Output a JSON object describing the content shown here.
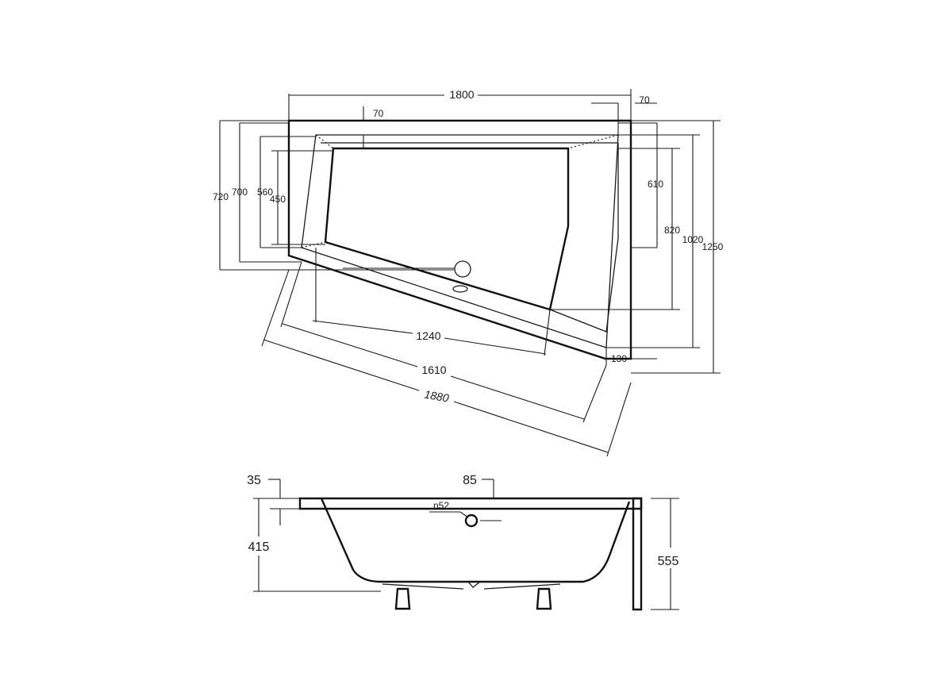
{
  "top_view": {
    "dims": {
      "width_total": "1800",
      "rim_right": "70",
      "rim_top": "70",
      "h720": "720",
      "h700": "700",
      "h560": "560",
      "h450": "450",
      "h610": "610",
      "h820": "820",
      "h1020": "1020",
      "h1250": "1250",
      "w130": "130",
      "d1240": "1240",
      "d1610": "1610",
      "d1880": "1880"
    }
  },
  "side_view": {
    "dims": {
      "d35": "35",
      "d85": "85",
      "drain": "n52",
      "d415": "415",
      "d555": "555"
    }
  }
}
